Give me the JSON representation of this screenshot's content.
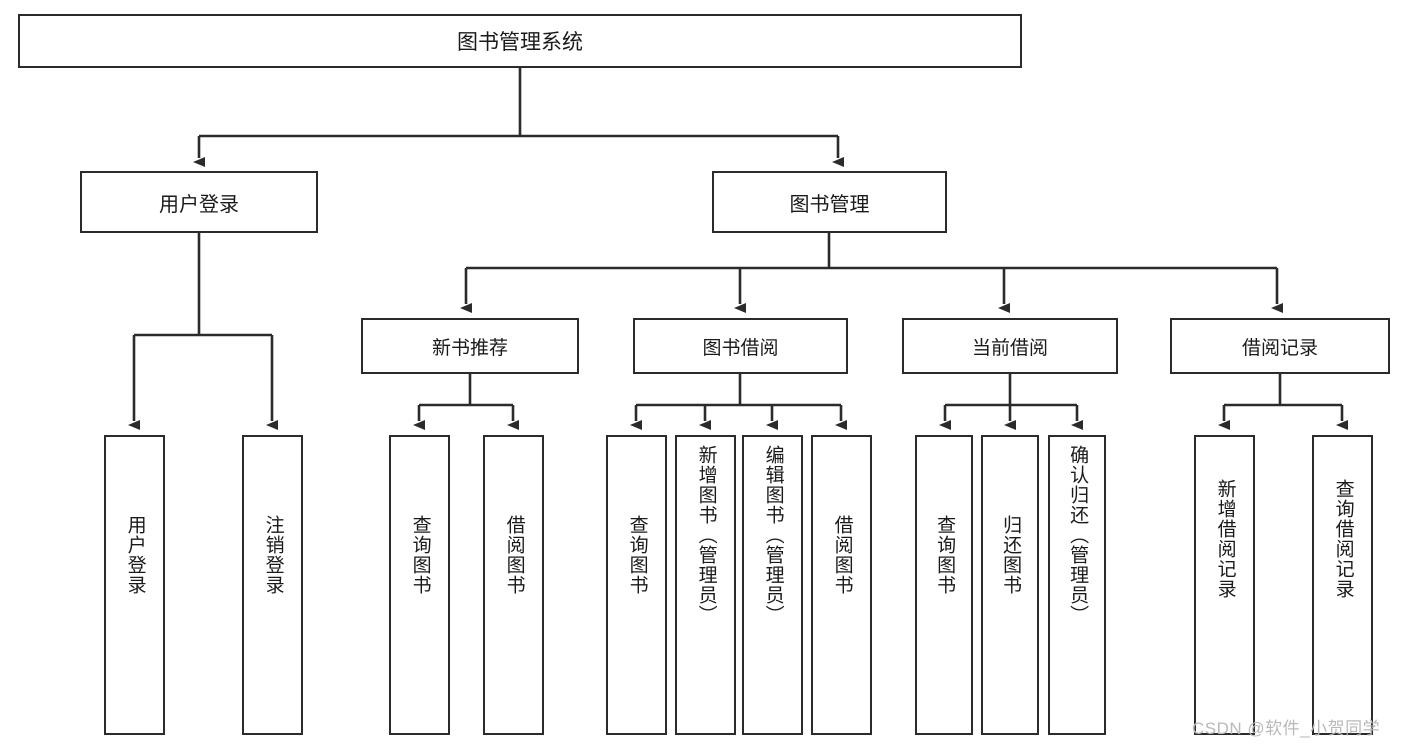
{
  "diagram": {
    "title": "图书管理系统",
    "type": "tree",
    "orientation": "top-down",
    "colors": {
      "box_border": "#2b2b2b",
      "box_fill": "#ffffff",
      "edge": "#2b2b2b",
      "text": "#1a1a1a",
      "watermark": "#b9b9b9",
      "background": "#ffffff"
    },
    "root": {
      "label": "图书管理系统"
    },
    "level2": [
      {
        "id": "user-login",
        "label": "用户登录"
      },
      {
        "id": "book-manage",
        "label": "图书管理"
      }
    ],
    "level3": [
      {
        "id": "new-book-recommend",
        "label": "新书推荐"
      },
      {
        "id": "book-borrow",
        "label": "图书借阅"
      },
      {
        "id": "current-borrow",
        "label": "当前借阅"
      },
      {
        "id": "borrow-record",
        "label": "借阅记录"
      }
    ],
    "leaves": {
      "user_login": [
        {
          "id": "leaf-user-login",
          "label": "用户登录"
        },
        {
          "id": "leaf-logout-login",
          "label": "注销登录"
        }
      ],
      "new_book_recommend": [
        {
          "id": "leaf-query-book-1",
          "label": "查询图书"
        },
        {
          "id": "leaf-borrow-book-1",
          "label": "借阅图书"
        }
      ],
      "book_borrow": [
        {
          "id": "leaf-query-book-2",
          "label": "查询图书"
        },
        {
          "id": "leaf-add-book",
          "label": "新增图书（管理员）"
        },
        {
          "id": "leaf-edit-book",
          "label": "编辑图书（管理员）"
        },
        {
          "id": "leaf-borrow-book-2",
          "label": "借阅图书"
        }
      ],
      "current_borrow": [
        {
          "id": "leaf-query-book-3",
          "label": "查询图书"
        },
        {
          "id": "leaf-return-book",
          "label": "归还图书"
        },
        {
          "id": "leaf-confirm-return",
          "label": "确认归还（管理员）"
        }
      ],
      "borrow_record": [
        {
          "id": "leaf-add-record",
          "label": "新增借阅记录"
        },
        {
          "id": "leaf-query-record",
          "label": "查询借阅记录"
        }
      ]
    }
  },
  "watermark": {
    "text": "CSDN @软件_小贺同学"
  }
}
